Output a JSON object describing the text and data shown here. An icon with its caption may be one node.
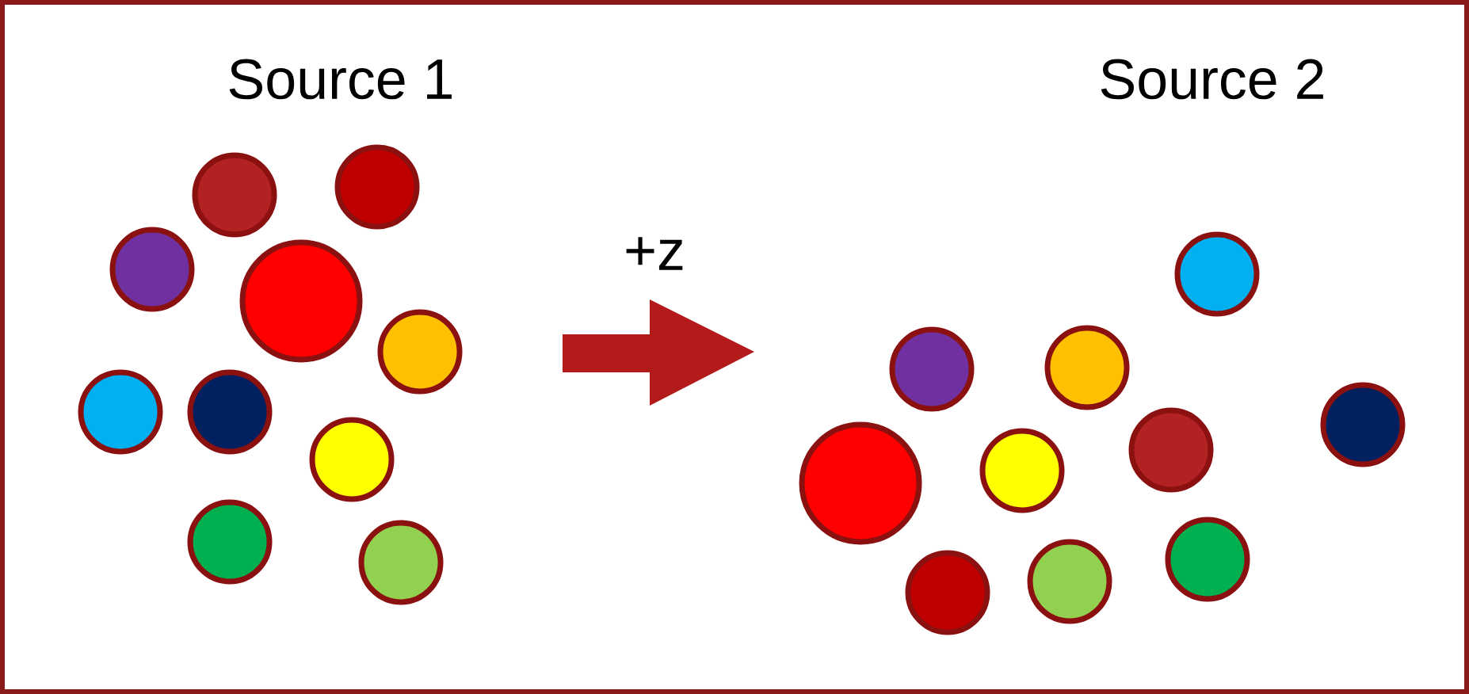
{
  "diagram": {
    "labels": [
      "Source 1",
      "+z",
      "Source 2"
    ]
  }
}
